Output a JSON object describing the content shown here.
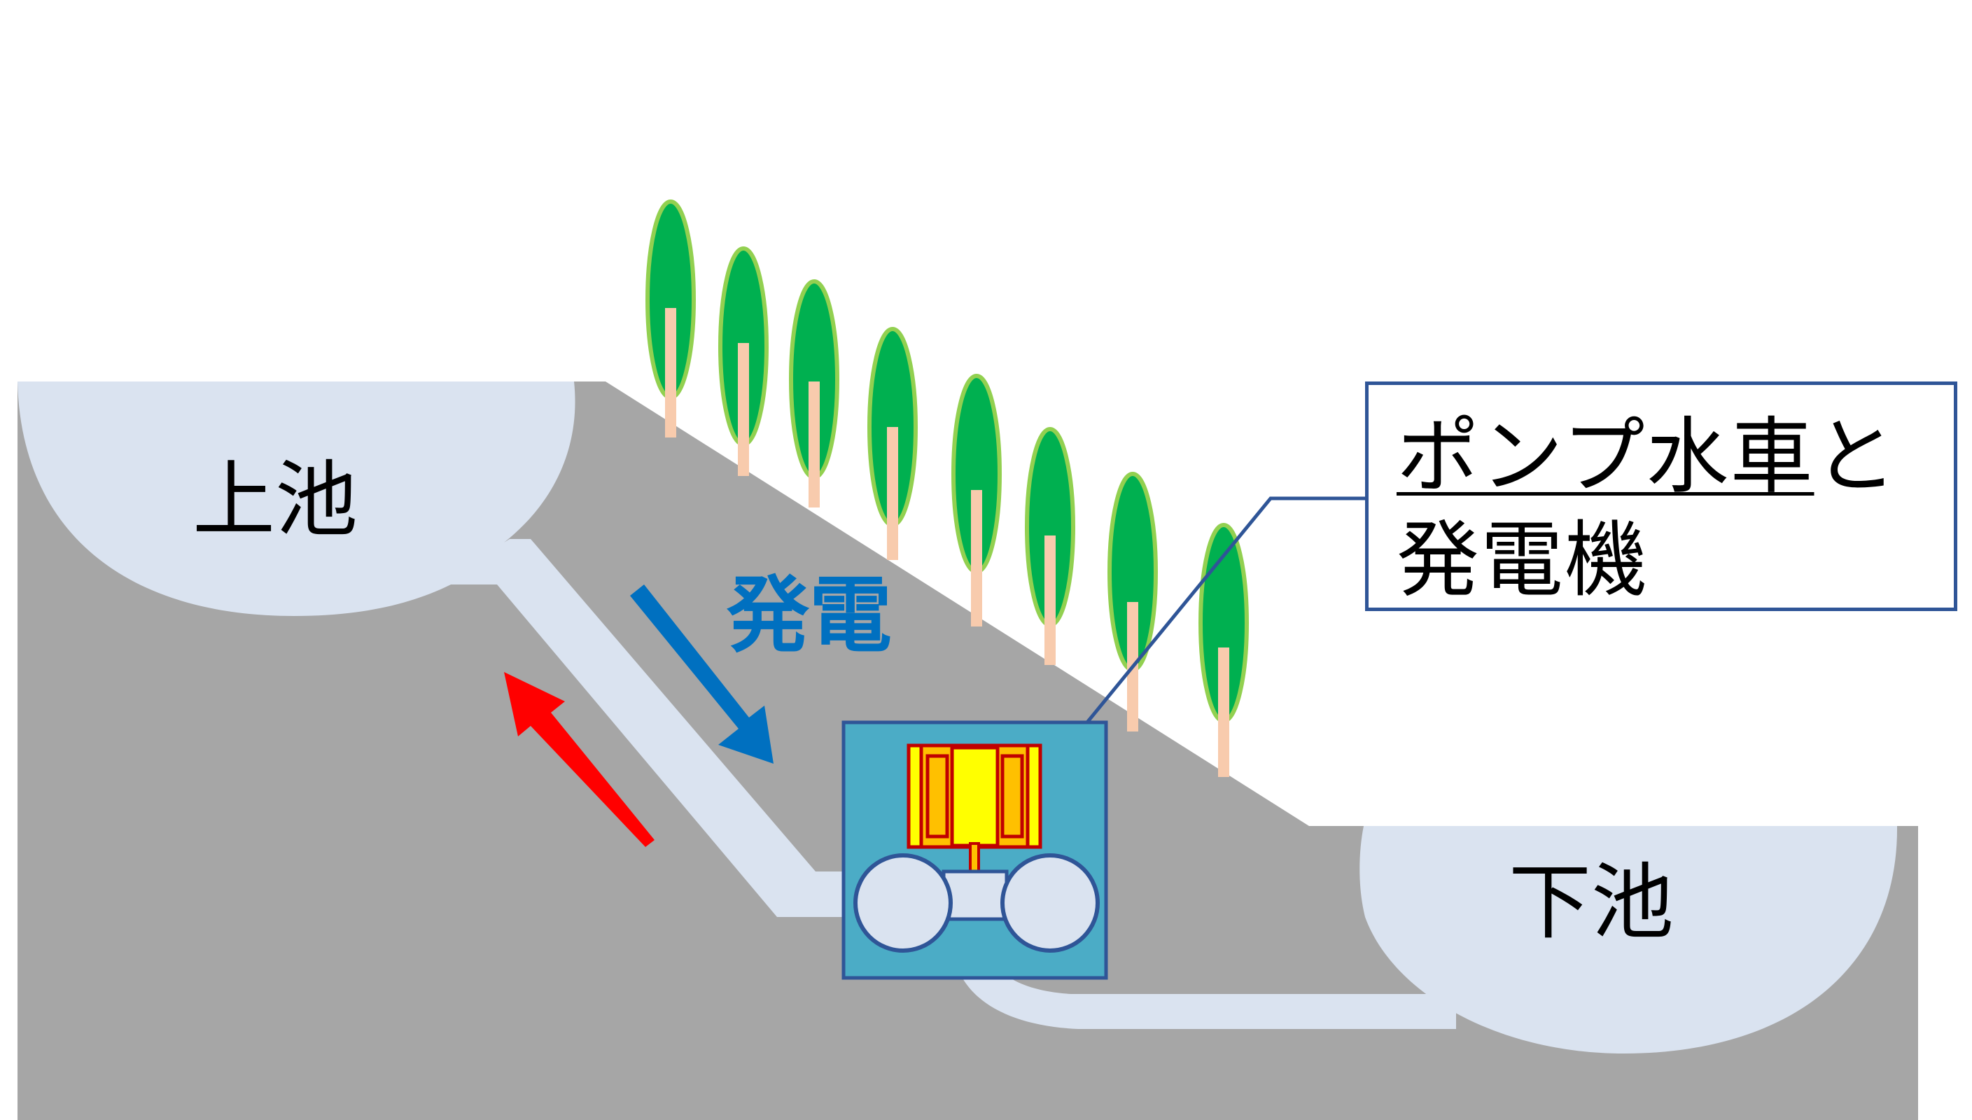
{
  "labels": {
    "upper_reservoir": "上池",
    "lower_reservoir": "下池",
    "generation": "発電",
    "callout_underlined": "ポンプ水車",
    "callout_suffix": "と",
    "callout_line2": "発電機"
  },
  "colors": {
    "ground": "#a6a6a6",
    "water": "#dae3f0",
    "powerhouse": "#4bacc6",
    "tree_crown": "#00b050",
    "tree_outline": "#92d050",
    "tree_trunk": "#f8cbad",
    "generation_arrow": "#0070c0",
    "pumping_arrow": "#ff0000",
    "generator_body": "#ffff00",
    "generator_side": "#ffc000",
    "generator_outline": "#c00000",
    "callout_border": "#2f5597"
  },
  "icons": {
    "trees": "tree-icon",
    "generation_arrow": "arrow-down-right-icon",
    "pumping_arrow": "arrow-up-left-icon"
  }
}
